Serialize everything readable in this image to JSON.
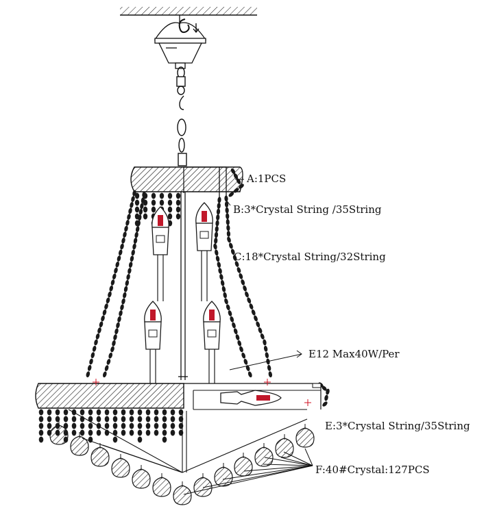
{
  "labels": {
    "a": "A:1PCS",
    "b": "B:3*Crystal String /35String",
    "c": "C:18*Crystal String/32String",
    "bulb": "E12 Max40W/Per",
    "e": "E:3*Crystal String/35String",
    "f": "F:40#Crystal:127PCS"
  },
  "colors": {
    "line": "#1a1a1a",
    "flame": "#c0182a",
    "marker": "#d01020"
  }
}
